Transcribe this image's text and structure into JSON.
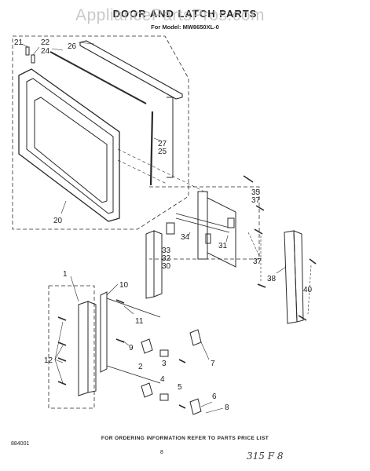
{
  "title": "DOOR AND LATCH PARTS",
  "model": "For Model: MW8650XL-0",
  "watermark": "AppliancePartsPros.com",
  "footer": "FOR ORDERING INFORMATION REFER TO PARTS PRICE LIST",
  "code": "884001",
  "page_number": "8",
  "handwritten": "315 F 8",
  "callouts": [
    "21",
    "22",
    "24",
    "26",
    "27",
    "25",
    "20",
    "35",
    "37",
    "34",
    "31",
    "33",
    "32",
    "30",
    "37",
    "38",
    "40",
    "1",
    "10",
    "11",
    "12",
    "9",
    "3",
    "2",
    "4",
    "5",
    "7",
    "6",
    "8"
  ]
}
